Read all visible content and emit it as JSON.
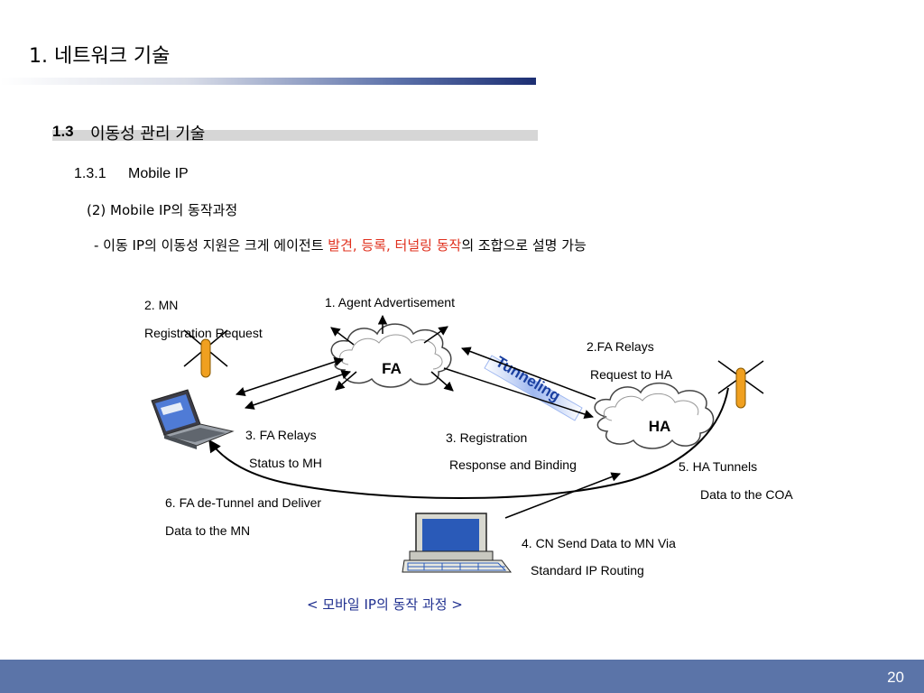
{
  "slide": {
    "title": "1. 네트워크 기술",
    "section_number": "1.3",
    "section_title": "이동성 관리 기술",
    "subsection_number": "1.3.1",
    "subsection_title": "Mobile IP",
    "item": "(2) Mobile IP의 동작과정",
    "bullet_prefix": "- 이동 IP의 이동성 지원은 크게 에이전트 ",
    "bullet_highlight": "발견, 등록, 터널링 동작",
    "bullet_suffix": "의 조합으로 설명 가능",
    "highlight_color": "#e0301e",
    "page_number": "20"
  },
  "diagram": {
    "nodes": {
      "fa": "FA",
      "ha": "HA"
    },
    "tunnel_label": "Tunneling",
    "labels": {
      "mn_reg_line1": "2. MN",
      "mn_reg_line2": "Registration Request",
      "agent_adv": "1. Agent Advertisement",
      "fa_relays_line1": "2.FA Relays",
      "fa_relays_line2": "Request to HA",
      "fa_status_line1": "3. FA Relays",
      "fa_status_line2": "Status to MH",
      "reg_resp_line1": "3. Registration",
      "reg_resp_line2": "Response and Binding",
      "ha_tunnels_line1": "5. HA Tunnels",
      "ha_tunnels_line2": "Data to the  COA",
      "detunnel_line1": "6. FA de-Tunnel and Deliver",
      "detunnel_line2": "Data to the MN",
      "cn_send_line1": "4. CN Send Data to MN Via",
      "cn_send_line2": "Standard IP Routing"
    },
    "caption": "< 모바일  IP의  동작  과정 >"
  },
  "colors": {
    "title_bar_dark": "#1d2f73",
    "footer": "#5b74a8",
    "caption": "#1f2f8f",
    "tunnel": "#9fb8f0"
  },
  "icons": [
    "laptop-icon",
    "desktop-computer-icon",
    "antenna-icon",
    "cloud-icon"
  ]
}
